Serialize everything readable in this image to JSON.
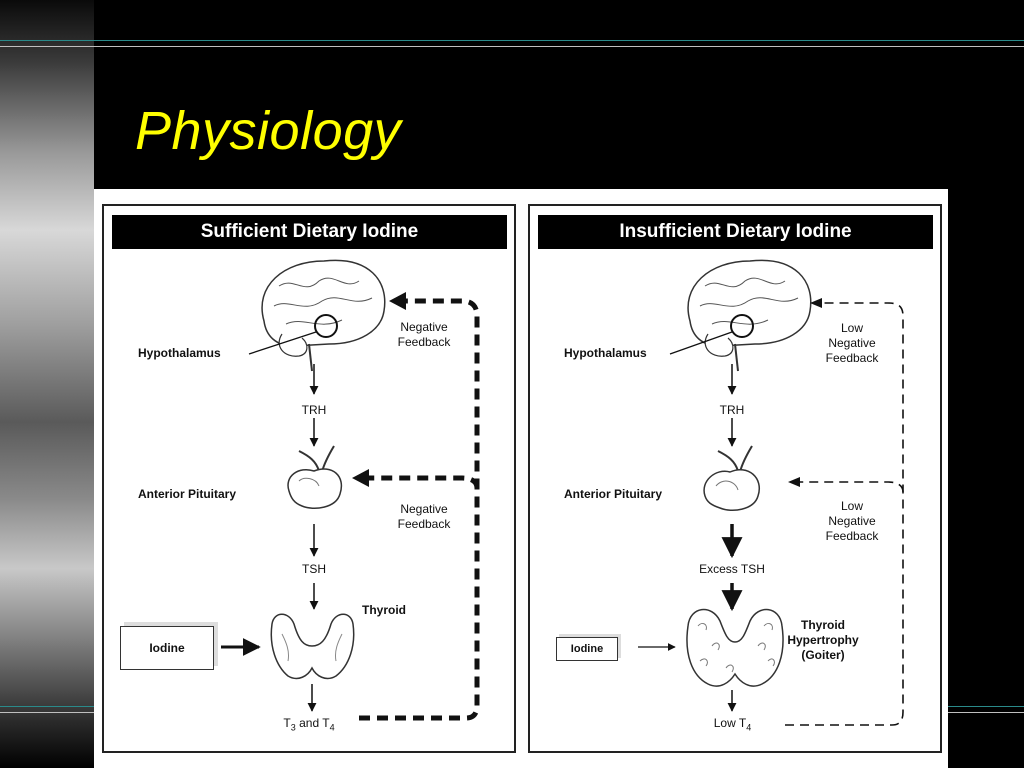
{
  "slide": {
    "title": "Physiology"
  },
  "panels": [
    {
      "header": "Sufficient Dietary Iodine",
      "labels": {
        "hypothalamus": "Hypothalamus",
        "trh": "TRH",
        "anterior_pituitary": "Anterior Pituitary",
        "tsh": "TSH",
        "thyroid": "Thyroid",
        "iodine": "Iodine",
        "output_main": "T",
        "output_sub1": "3",
        "output_mid": " and T",
        "output_sub2": "4",
        "feedback_top_1": "Negative",
        "feedback_top_2": "Feedback",
        "feedback_mid_1": "Negative",
        "feedback_mid_2": "Feedback"
      }
    },
    {
      "header": "Insufficient Dietary Iodine",
      "labels": {
        "hypothalamus": "Hypothalamus",
        "trh": "TRH",
        "anterior_pituitary": "Anterior Pituitary",
        "tsh": "Excess TSH",
        "thyroid_1": "Thyroid",
        "thyroid_2": "Hypertrophy",
        "thyroid_3": "(Goiter)",
        "iodine": "Iodine",
        "output_main": "Low T",
        "output_sub": "4",
        "feedback_top_1": "Low",
        "feedback_top_2": "Negative",
        "feedback_top_3": "Feedback",
        "feedback_mid_1": "Low",
        "feedback_mid_2": "Negative",
        "feedback_mid_3": "Feedback"
      }
    }
  ],
  "colors": {
    "title": "#ffff00",
    "background": "#000000",
    "accent_line": "#2a8a8a"
  }
}
